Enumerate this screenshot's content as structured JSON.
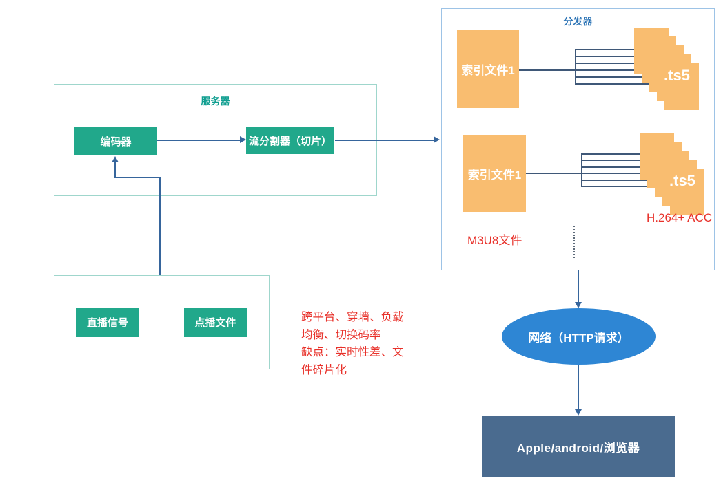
{
  "colors": {
    "teal": "#21a88b",
    "teal_border": "#9fd6cc",
    "teal_title": "#0f9e90",
    "blue_border": "#9dc3e6",
    "blue_title": "#2e75b6",
    "orange": "#f9bd70",
    "red": "#e8312a",
    "arrow": "#36659c",
    "line_dark": "#3f5878",
    "ellipse": "#2e86d4",
    "client": "#4a6b8f",
    "gray_line": "#dcdcdc"
  },
  "server_box": {
    "title": "服务器",
    "encoder_label": "编码器",
    "splitter_label": "流分割器（切片）"
  },
  "source_box": {
    "live_label": "直播信号",
    "vod_label": "点播文件"
  },
  "distributor_box": {
    "title": "分发器",
    "groups": [
      {
        "index_label": "索引文件1",
        "ts_label": ".ts5"
      },
      {
        "index_label": "索引文件1",
        "ts_label": ".ts5"
      }
    ],
    "m3u8_label": "M3U8文件",
    "codec_label": "H.264+ ACC"
  },
  "network_node": {
    "label": "网络（HTTP请求）"
  },
  "client_node": {
    "label": "Apple/android/浏览器"
  },
  "annotation": {
    "lines": [
      "跨平台、穿墙、负载",
      "均衡、切换码率",
      "缺点：实时性差、文",
      "件碎片化"
    ]
  }
}
